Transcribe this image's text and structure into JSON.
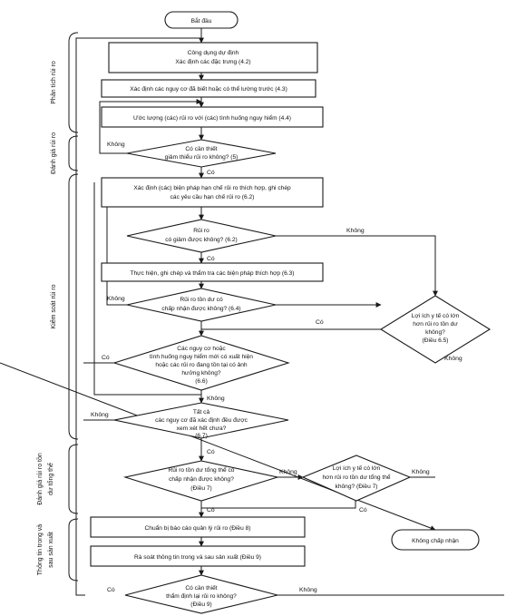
{
  "nodes": {
    "start": "Bắt đầu",
    "p1_l1": "Công dụng dự định",
    "p1_l2": "Xác định các đặc trưng (4.2)",
    "p2": "Xác định các nguy cơ đã biết hoặc có thể lường trước (4.3)",
    "p3": "Ước lượng (các) rủi ro với (các) tình huống nguy hiểm (4.4)",
    "d1_l1": "Có cần thiết",
    "d1_l2": "giảm thiểu rủi ro không? (5)",
    "p4_l1": "Xác định (các) biện pháp hạn chế rủi ro thích hợp, ghi chép",
    "p4_l2": "các yêu cầu hạn chế rủi ro (6.2)",
    "d2_l1": "Rủi ro",
    "d2_l2": "có giảm được không? (6.2)",
    "p5": "Thực hiện, ghi chép và thẩm tra các biện pháp thích hợp (6.3)",
    "d3_l1": "Rủi ro tồn dư có",
    "d3_l2": "chấp nhận được không? (6.4)",
    "d4_l1": "Lợi ích y tế có lớn",
    "d4_l2": "hơn rủi ro tồn dư",
    "d4_l3": "không?",
    "d4_l4": "(Điều 6.5)",
    "d5_l1": "Các nguy cơ hoặc",
    "d5_l2": "tình huống nguy hiểm mới có xuất hiện",
    "d5_l3": "hoặc các rủi ro đang tồn tại có ảnh",
    "d5_l4": "hưởng không?",
    "d5_l5": "(6.6)",
    "d6_l1": "Tất cả",
    "d6_l2": "các nguy cơ đã xác định đều được",
    "d6_l3": "xem xét hết chưa?",
    "d6_l4": "(6.7)",
    "d7_l1": "Rủi ro tồn dư tổng thể có",
    "d7_l2": "chấp nhận được không?",
    "d7_l3": "(Điều 7)",
    "d8_l1": "Lợi ích y tế có lớn",
    "d8_l2": "hơn rủi ro tồn dư tổng thể",
    "d8_l3": "không? (Điều 7)",
    "reject": "Không chấp nhận",
    "p6": "Chuẩn bị báo cáo quản lý rủi ro (Điều 8)",
    "p7": "Rà soát thông tin trong và sau sản xuất  (Điều 9)",
    "d9_l1": "Có cần thiết",
    "d9_l2": "thẩm định lại rủi ro không?",
    "d9_l3": "(Điều 9)"
  },
  "labels": {
    "yes": "Có",
    "no": "Không"
  },
  "sections": {
    "s1": "Phân tích rủi ro",
    "s2": "Đánh giá rủi ro",
    "s3": "Kiểm soát rủi ro",
    "s4_l1": "Đánh giá rủi ro tồn",
    "s4_l2": "dư tổng thể",
    "s5_l1": "Thông tin trong và",
    "s5_l2": "sau sản xuất"
  }
}
